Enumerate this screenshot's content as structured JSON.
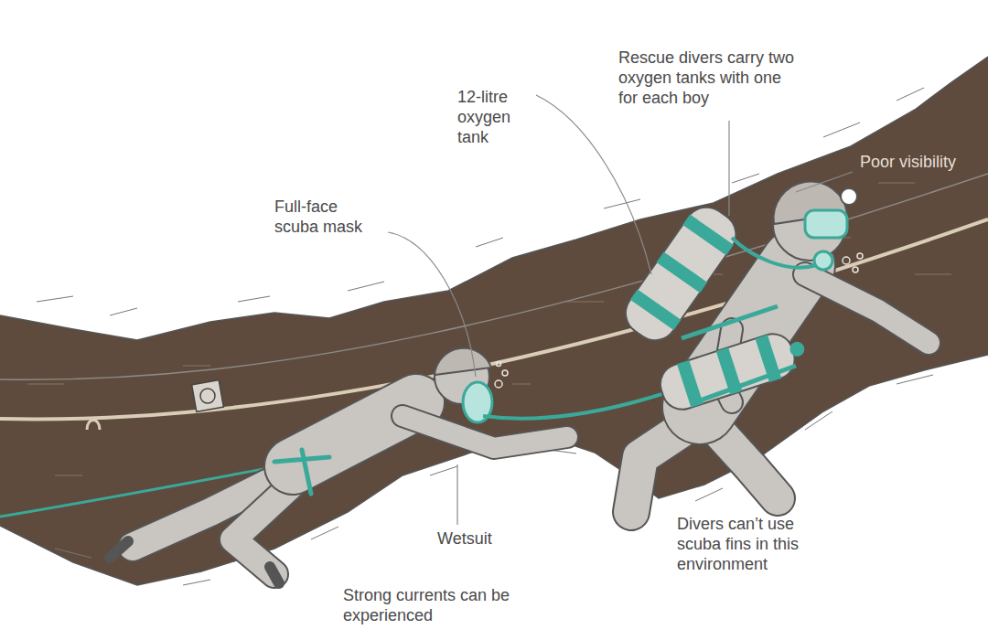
{
  "diagram": {
    "labels": [
      "Rescue divers carry two oxygen tanks with one for each boy",
      "12-litre oxygen tank",
      "Poor visibility",
      "Full-face scuba mask",
      "Wetsuit",
      "Divers can’t use scuba fins in this environment",
      "Strong currents can be experienced"
    ]
  }
}
